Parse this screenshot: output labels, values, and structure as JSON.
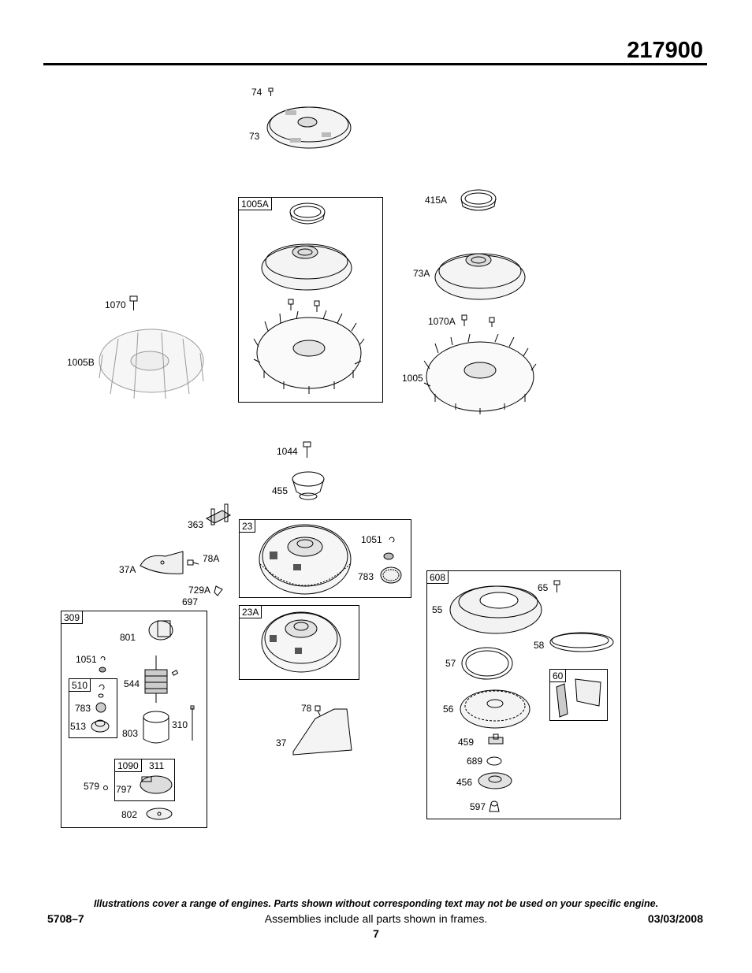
{
  "header": {
    "model": "217900"
  },
  "frames": {
    "f1005A": "1005A",
    "f23": "23",
    "f23A": "23A",
    "f309": "309",
    "f510": "510",
    "f1090": "1090",
    "f608": "608",
    "f60": "60"
  },
  "parts": {
    "p74": "74",
    "p73": "73",
    "p415A": "415A",
    "p73A": "73A",
    "p1070": "1070",
    "p1070A": "1070A",
    "p1005B": "1005B",
    "p1005": "1005",
    "p1044": "1044",
    "p455": "455",
    "p363": "363",
    "p78A": "78A",
    "p37A": "37A",
    "p729A": "729A",
    "p697": "697",
    "p1051a": "1051",
    "p783a": "783",
    "p801": "801",
    "p1051b": "1051",
    "p544": "544",
    "p783b": "783",
    "p513": "513",
    "p803": "803",
    "p310": "310",
    "p311": "311",
    "p579": "579",
    "p797": "797",
    "p802": "802",
    "p78": "78",
    "p37": "37",
    "p65": "65",
    "p55": "55",
    "p58": "58",
    "p57": "57",
    "p56": "56",
    "p459": "459",
    "p689": "689",
    "p456": "456",
    "p597": "597"
  },
  "footer": {
    "note": "Illustrations cover a range of engines. Parts shown without corresponding text may not be used on your specific engine.",
    "doc_number": "5708–7",
    "assemblies_note": "Assemblies include all parts shown in frames.",
    "date": "03/03/2008",
    "page": "7"
  }
}
